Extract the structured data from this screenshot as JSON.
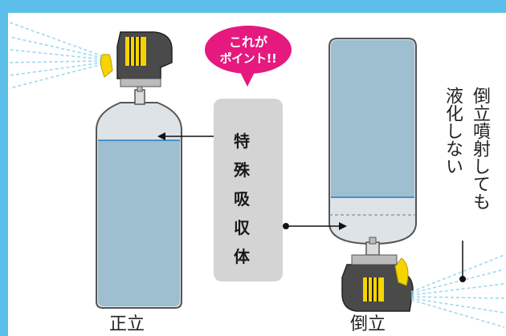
{
  "badge": {
    "line1": "これが",
    "line2": "ポイント!!"
  },
  "absorber": {
    "chars": [
      "特",
      "殊",
      "吸",
      "収",
      "体"
    ]
  },
  "labels": {
    "upright": "正立",
    "inverted": "倒立"
  },
  "side_note": {
    "col1": "倒立噴射しても",
    "col2": "液化しない"
  },
  "colors": {
    "liquid": "#9dbfd0",
    "liquid_surface": "#4a90c8",
    "can_empty": "#dde3e7",
    "badge": "#e5197e",
    "absorber_box": "#d4d4d4",
    "nozzle_dark": "#4a4a4a",
    "nozzle_yellow": "#f5d400",
    "spray_lines": "#9fd8f0",
    "frame": "#5bbfea"
  }
}
